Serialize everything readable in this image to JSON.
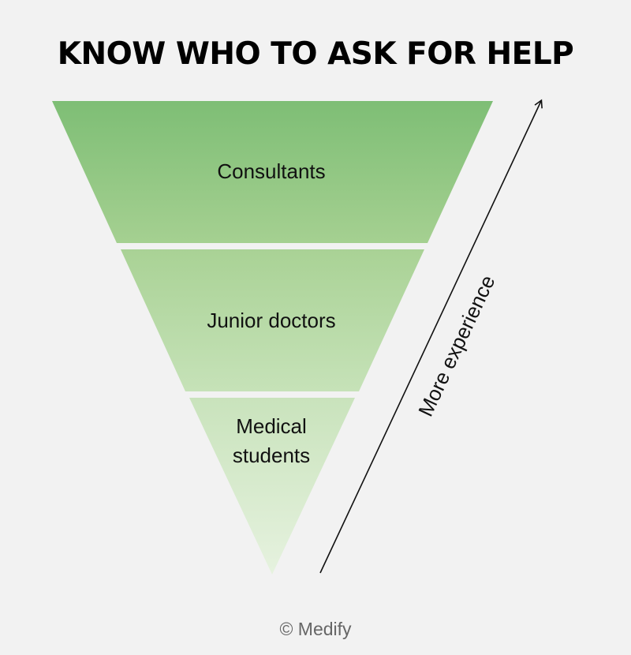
{
  "title": "KNOW WHO TO ASK FOR HELP",
  "levels": [
    {
      "label": "Consultants"
    },
    {
      "label": "Junior doctors"
    },
    {
      "label_line1": "Medical",
      "label_line2": "students"
    }
  ],
  "arrow_label": "More experience",
  "credit": "© Medify",
  "colors": {
    "top_green": "#7fbf76",
    "bottom_green": "#e3f0dc",
    "background": "#f2f2f2"
  }
}
